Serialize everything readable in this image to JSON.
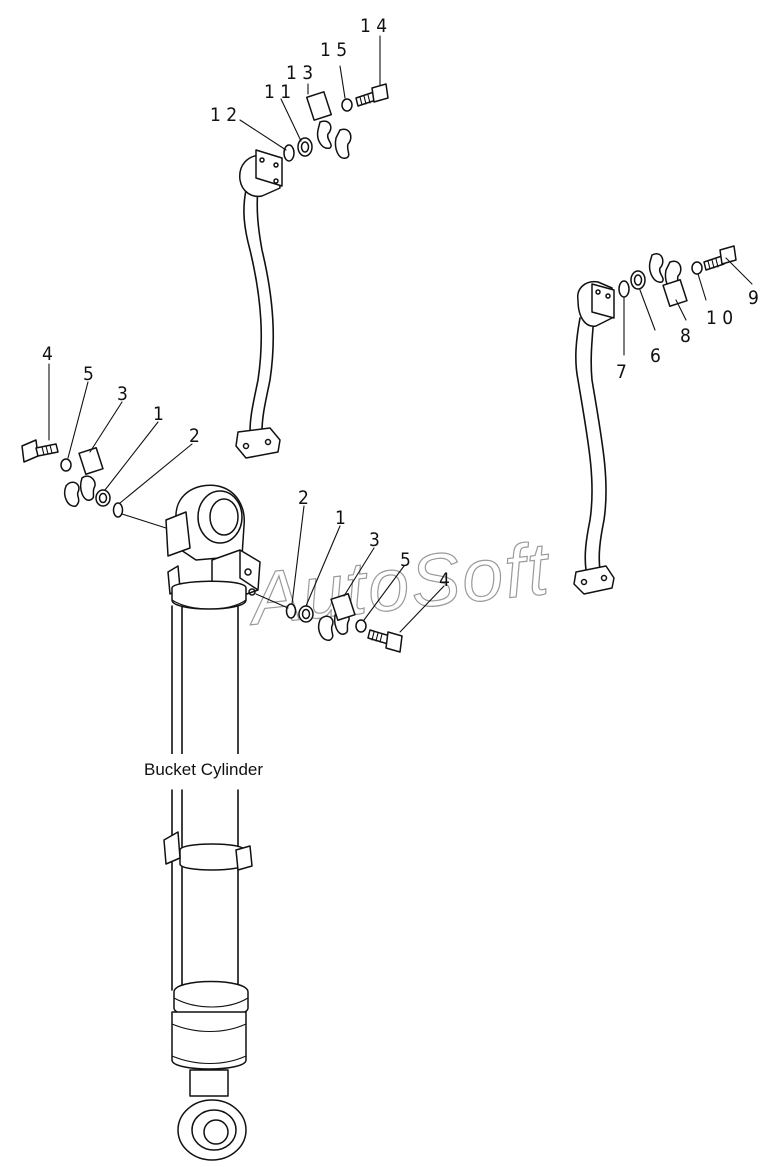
{
  "caption": "Bucket Cylinder",
  "watermark": "AutoSoft",
  "callouts": {
    "p1_a": "1",
    "p2_a": "2",
    "p3_a": "3",
    "p4_a": "4",
    "p5_a": "5",
    "p1_b": "1",
    "p2_b": "2",
    "p3_b": "3",
    "p4_b": "4",
    "p5_b": "5",
    "p6": "6",
    "p7": "7",
    "p8": "8",
    "p9": "9",
    "p10": "1 0",
    "p11": "1 1",
    "p12": "1 2",
    "p13": "1 3",
    "p14": "1 4",
    "p15": "1 5"
  }
}
